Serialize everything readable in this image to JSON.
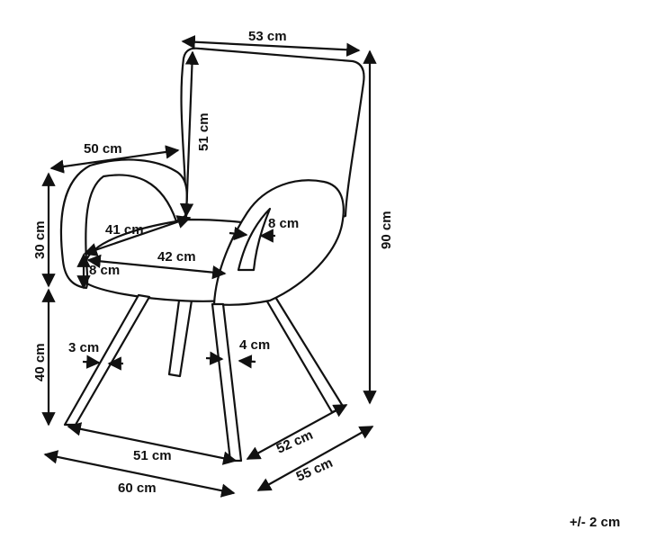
{
  "dimensions": {
    "top_width": "53 cm",
    "back_height": "51 cm",
    "arm_depth": "50 cm",
    "arm_height": "30 cm",
    "seat_depth": "41 cm",
    "arm_thickness": "8 cm",
    "seat_width": "42 cm",
    "seat_thickness": "8 cm",
    "total_height": "90 cm",
    "seat_height": "40 cm",
    "leg_front": "3 cm",
    "leg_side": "4 cm",
    "base_width": "51 cm",
    "base_depth": "52 cm",
    "total_width": "60 cm",
    "total_depth": "55 cm"
  },
  "tolerance": "+/- 2 cm"
}
